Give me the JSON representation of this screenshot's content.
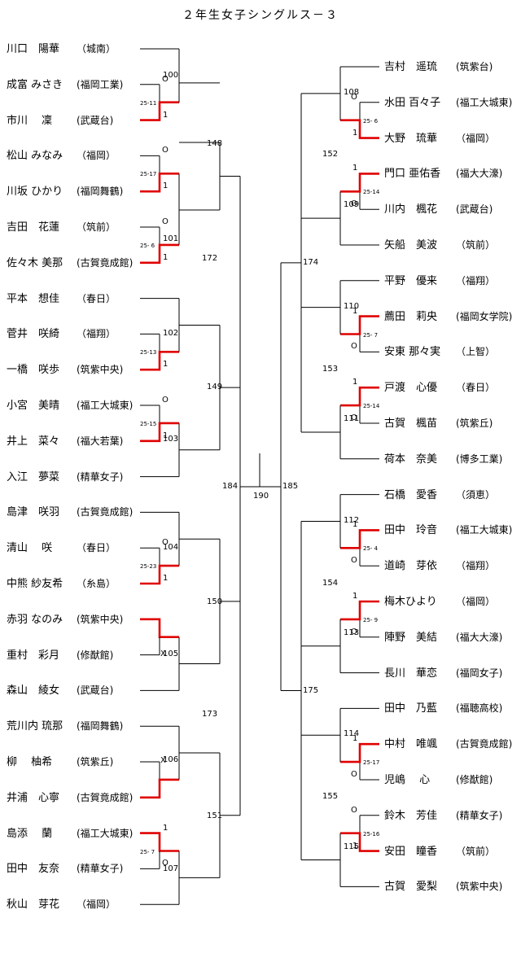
{
  "title": "２年生女子シングルス－３",
  "left_players": [
    {
      "name": "川口　陽華",
      "team": "（城南）"
    },
    {
      "name": "成富 みさき",
      "team": "(福岡工業)"
    },
    {
      "name": "市川　 凜",
      "team": "(武蔵台)"
    },
    {
      "name": "松山 みなみ",
      "team": "（福岡）"
    },
    {
      "name": "川坂 ひかり",
      "team": "(福岡舞鶴)"
    },
    {
      "name": "吉田　花蓮",
      "team": "（筑前）"
    },
    {
      "name": "佐々木 美那",
      "team": "(古賀竟成館)"
    },
    {
      "name": "平本　想佳",
      "team": "（春日）"
    },
    {
      "name": "菅井　咲綺",
      "team": "（福翔）"
    },
    {
      "name": "一橋　咲歩",
      "team": "(筑紫中央)"
    },
    {
      "name": "小宮　美晴",
      "team": "(福工大城東)"
    },
    {
      "name": "井上　菜々",
      "team": "(福大若葉)"
    },
    {
      "name": "入江　夢菜",
      "team": "(精華女子)"
    },
    {
      "name": "島津　咲羽",
      "team": "(古賀竟成館)"
    },
    {
      "name": "清山　 咲",
      "team": "（春日）"
    },
    {
      "name": "中熊 紗友希",
      "team": "（糸島）"
    },
    {
      "name": "赤羽 なのみ",
      "team": "(筑紫中央)"
    },
    {
      "name": "重村　彩月",
      "team": "(修猷館)"
    },
    {
      "name": "森山　綾女",
      "team": "(武蔵台)"
    },
    {
      "name": "荒川内 琉那",
      "team": "(福岡舞鶴)"
    },
    {
      "name": "柳　 柚希",
      "team": "(筑紫丘)"
    },
    {
      "name": "井浦　心寧",
      "team": "(古賀竟成館)"
    },
    {
      "name": "島添　 蘭",
      "team": "(福工大城東)"
    },
    {
      "name": "田中　友奈",
      "team": "(精華女子)"
    },
    {
      "name": "秋山　芽花",
      "team": "（福岡）"
    }
  ],
  "right_players": [
    {
      "name": "吉村　遥琉",
      "team": "(筑紫台)"
    },
    {
      "name": "水田 百々子",
      "team": "(福工大城東)"
    },
    {
      "name": "大野　琉華",
      "team": "（福岡）"
    },
    {
      "name": "門口 亜佑香",
      "team": "(福大大濠)"
    },
    {
      "name": "川内　楓花",
      "team": "(武蔵台)"
    },
    {
      "name": "矢船　美波",
      "team": "（筑前）"
    },
    {
      "name": "平野　優来",
      "team": "（福翔）"
    },
    {
      "name": "薦田　莉央",
      "team": "(福岡女学院)"
    },
    {
      "name": "安東 那々実",
      "team": "（上智）"
    },
    {
      "name": "戸渡　心優",
      "team": "（春日）"
    },
    {
      "name": "古賀　楓苗",
      "team": "(筑紫丘)"
    },
    {
      "name": "荷本　奈美",
      "team": "(博多工業)"
    },
    {
      "name": "石橋　愛香",
      "team": "（須恵）"
    },
    {
      "name": "田中　玲音",
      "team": "(福工大城東)"
    },
    {
      "name": "道崎　芽依",
      "team": "（福翔）"
    },
    {
      "name": "梅木ひより",
      "team": "（福岡）"
    },
    {
      "name": "陣野　美結",
      "team": "(福大大濠)"
    },
    {
      "name": "長川　華恋",
      "team": "(福岡女子)"
    },
    {
      "name": "田中　乃藍",
      "team": "(福聴高校)"
    },
    {
      "name": "中村　唯颯",
      "team": "(古賀竟成館)"
    },
    {
      "name": "児嶋　 心",
      "team": "(修猷館)"
    },
    {
      "name": "鈴木　芳佳",
      "team": "(精華女子)"
    },
    {
      "name": "安田　瞳香",
      "team": "（筑前）"
    },
    {
      "name": "古賀　愛梨",
      "team": "(筑紫中央)"
    }
  ],
  "match_numbers": {
    "m100": "100",
    "m101": "101",
    "m102": "102",
    "m103": "103",
    "m104": "104",
    "m105": "105",
    "m106": "106",
    "m107": "107",
    "m108": "108",
    "m109": "109",
    "m110": "110",
    "m111": "111",
    "m112": "112",
    "m113": "113",
    "m114": "114",
    "m115": "115",
    "m148": "148",
    "m149": "149",
    "m150": "150",
    "m151": "151",
    "m152": "152",
    "m153": "153",
    "m154": "154",
    "m155": "155",
    "m172": "172",
    "m173": "173",
    "m174": "174",
    "m175": "175",
    "m184": "184",
    "m185": "185",
    "m190": "190"
  },
  "scores": {
    "s100": "25-11",
    "s148": "25-17",
    "s101": "25- 6",
    "s102": "25-13",
    "s103": "25-15",
    "s104": "25-23",
    "s107": "25- 7",
    "s108": "25- 6",
    "s109": "25-14",
    "s110": "25- 7",
    "s111": "25-14",
    "s112": "25- 4",
    "s113": "25- 9",
    "s114": "25-17",
    "s115": "25-16"
  },
  "marks": {
    "won": "1",
    "lost": "O",
    "walkover": "X"
  },
  "colors": {
    "winner_line": "#e00000",
    "line": "#000000"
  }
}
